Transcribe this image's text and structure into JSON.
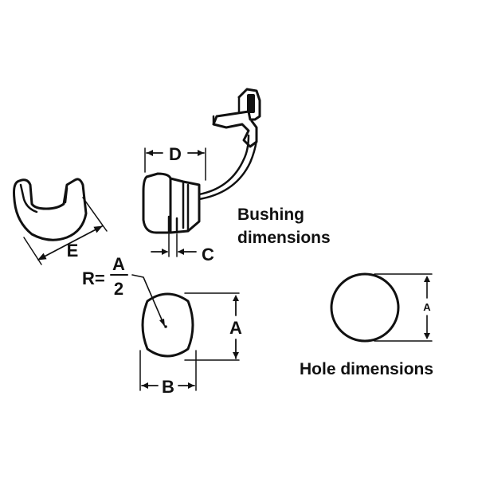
{
  "diagram": {
    "bushing_caption": [
      "Bushing",
      "dimensions"
    ],
    "hole_caption": "Hole dimensions",
    "dimension_labels": {
      "d": "D",
      "c": "C",
      "e": "E",
      "a": "A",
      "b": "B",
      "a_small": "A"
    },
    "radius_formula": {
      "prefix": "R=",
      "numerator": "A",
      "denominator": "2"
    }
  }
}
